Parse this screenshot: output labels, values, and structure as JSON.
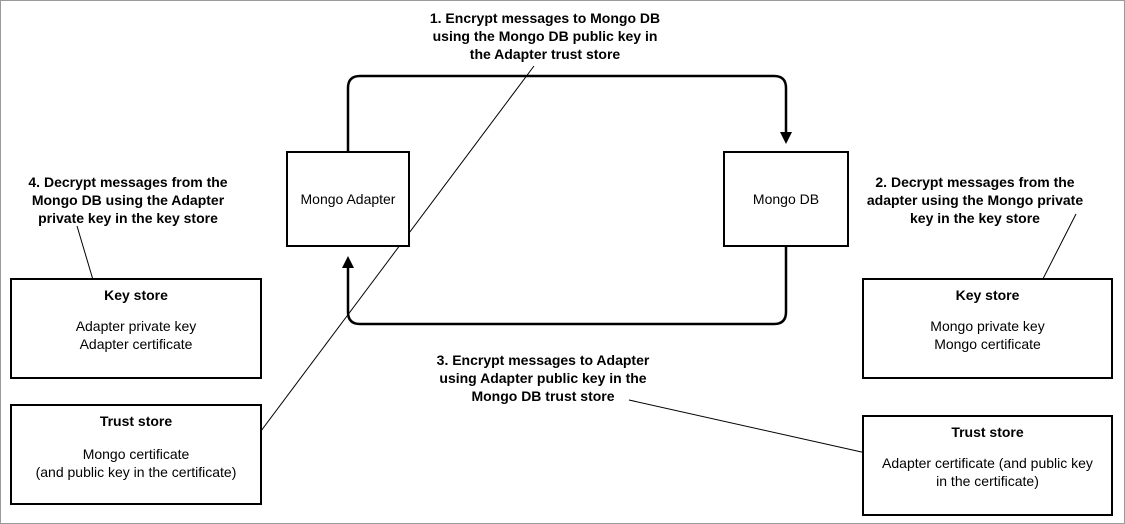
{
  "nodes": {
    "adapter": "Mongo Adapter",
    "mongo": "Mongo DB"
  },
  "left_key_store": {
    "title": "Key store",
    "lines": [
      "Adapter private key",
      "Adapter certificate"
    ]
  },
  "left_trust_store": {
    "title": "Trust store",
    "lines": [
      "Mongo certificate",
      "(and public key in the certificate)"
    ]
  },
  "right_key_store": {
    "title": "Key store",
    "lines": [
      "Mongo private key",
      "Mongo certificate"
    ]
  },
  "right_trust_store": {
    "title": "Trust store",
    "lines": [
      "Adapter certificate (and public key",
      "in the certificate)"
    ]
  },
  "notes": {
    "step1": [
      "1. Encrypt messages to Mongo DB",
      "using the Mongo DB public key in",
      "the Adapter trust store"
    ],
    "step2": [
      "2. Decrypt messages from the",
      "adapter using the Mongo private",
      "key in the key store"
    ],
    "step3": [
      "3. Encrypt messages to Adapter",
      "using Adapter public key in the",
      "Mongo DB trust store"
    ],
    "step4": [
      "4. Decrypt messages from the",
      "Mongo DB using the Adapter",
      "private key in the key store"
    ]
  }
}
